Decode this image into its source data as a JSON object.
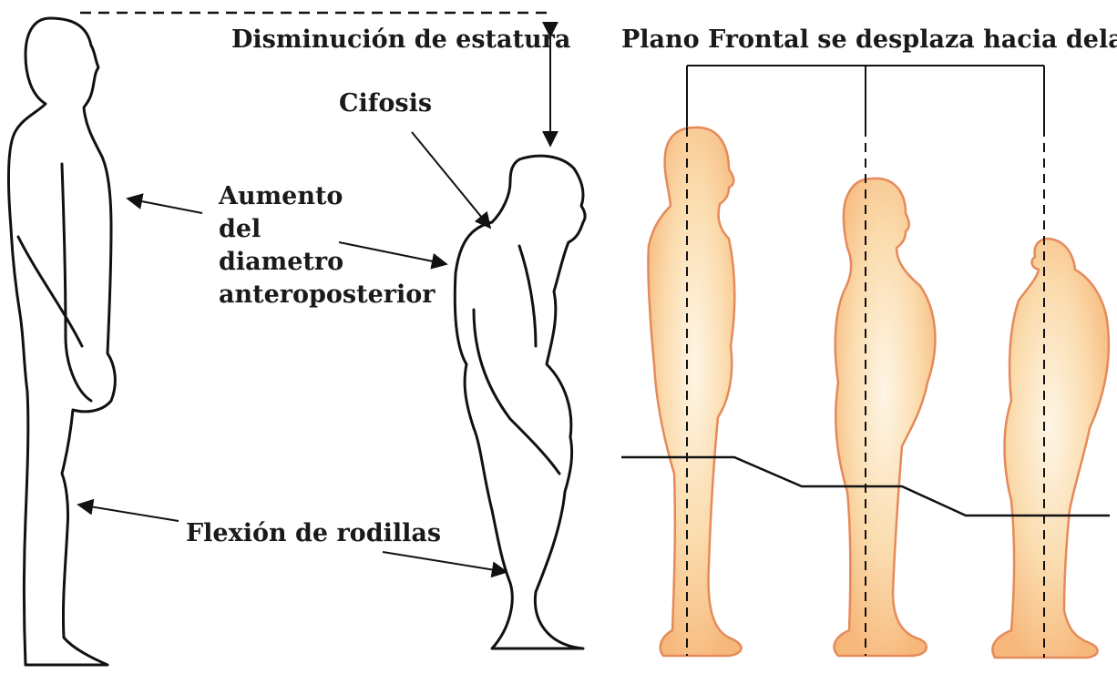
{
  "labels": {
    "height_loss": "Disminución de estatura",
    "frontal_plane": "Plano Frontal se desplaza hacia delante",
    "kyphosis": "Cifosis",
    "ap_diameter_lines": [
      "Aumento",
      "del",
      "diametro",
      "anteroposterior"
    ],
    "knee_flexion": "Flexión de rodillas"
  },
  "colors": {
    "line": "#111111",
    "figure_fill_light": "#fdf3df",
    "figure_fill_mid": "#f8c98c",
    "figure_outline": "#e58a5a"
  },
  "icons": [
    "standing-figure-outline",
    "stooped-figure-outline",
    "posture-figure-upright",
    "posture-figure-mid",
    "posture-figure-stooped"
  ]
}
